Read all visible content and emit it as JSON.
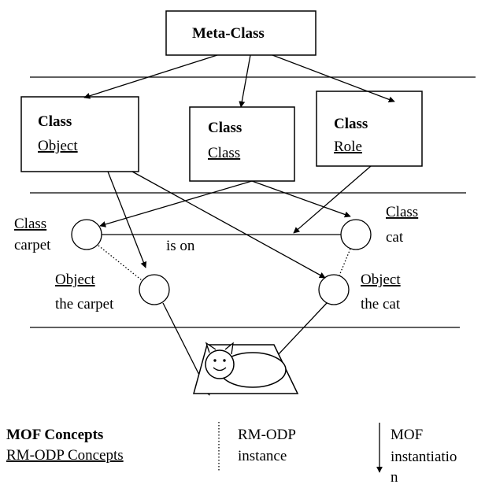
{
  "meta_class": {
    "title": "Meta-Class"
  },
  "classes": [
    {
      "title": "Class",
      "name": "Object"
    },
    {
      "title": "Class",
      "name": "Class"
    },
    {
      "title": "Class",
      "name": "Role"
    }
  ],
  "model_elements": {
    "class_carpet": {
      "kind": "Class",
      "name": "carpet"
    },
    "class_cat": {
      "kind": "Class",
      "name": "cat"
    },
    "relation_label": "is on",
    "object_carpet": {
      "kind": "Object",
      "name": "the carpet"
    },
    "object_cat": {
      "kind": "Object",
      "name": "the cat"
    }
  },
  "legend": {
    "mof_concepts": "MOF Concepts",
    "rmodp_concepts": "RM-ODP Concepts",
    "instance_line1": "RM-ODP",
    "instance_line2": "instance",
    "instantiation_line1": "MOF",
    "instantiation_line2": "instantiatio",
    "instantiation_line3": "n"
  }
}
